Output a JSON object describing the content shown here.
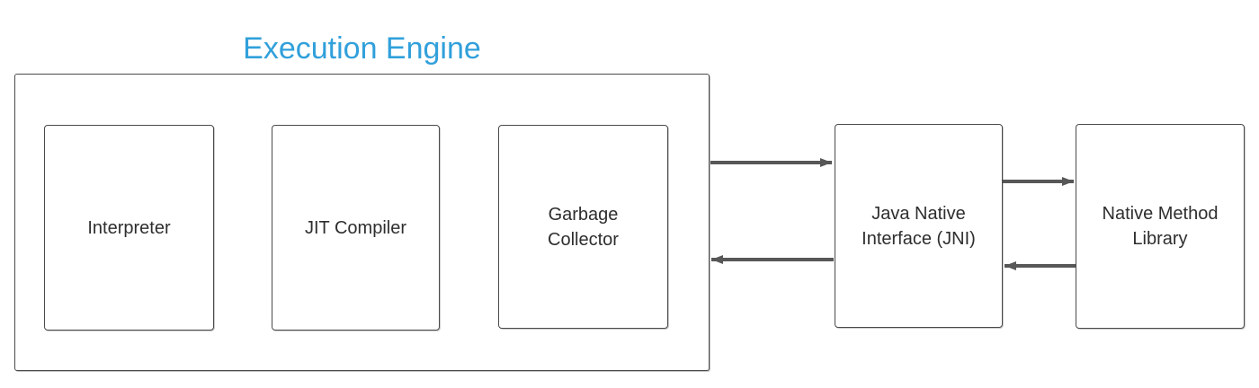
{
  "diagram": {
    "title": "Execution Engine",
    "nodes": {
      "interpreter": {
        "label": "Interpreter"
      },
      "jit_compiler": {
        "label": "JIT Compiler"
      },
      "garbage_collector": {
        "label": "Garbage Collector"
      },
      "jni": {
        "label": "Java Native Interface (JNI)"
      },
      "native_method_library": {
        "label": "Native Method Library"
      }
    },
    "groups": {
      "execution_engine": {
        "title": "Execution Engine",
        "children": [
          "interpreter",
          "jit_compiler",
          "garbage_collector"
        ]
      }
    },
    "edges": [
      {
        "from": "execution_engine",
        "to": "jni"
      },
      {
        "from": "jni",
        "to": "execution_engine"
      },
      {
        "from": "jni",
        "to": "native_method_library"
      },
      {
        "from": "native_method_library",
        "to": "jni"
      }
    ],
    "colors": {
      "title-color": "#31a0db",
      "arrow-color": "#575757",
      "border-color": "#4a4a4a",
      "text-color": "#2e2e2e",
      "canvas-bg": "#ffffff"
    }
  }
}
